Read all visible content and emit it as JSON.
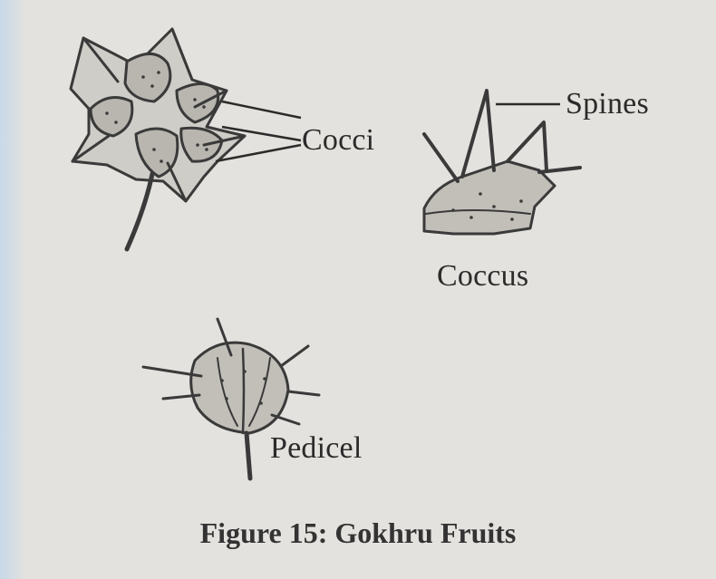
{
  "labels": {
    "cocci": "Cocci",
    "spines": "Spines",
    "coccus": "Coccus",
    "pedicel": "Pedicel"
  },
  "caption": "Figure 15: Gokhru Fruits",
  "colors": {
    "paper": "#e4e2de",
    "ink": "#2b2b2b",
    "edge_tint": "#b0d2f0"
  }
}
